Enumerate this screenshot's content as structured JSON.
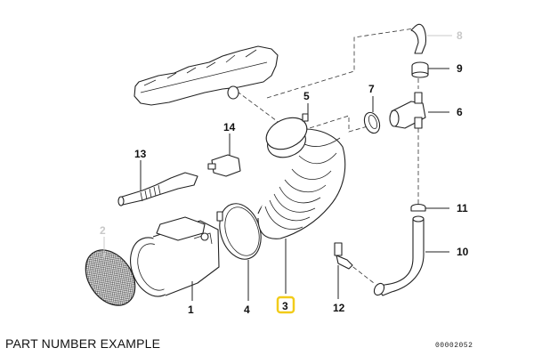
{
  "caption": "PART NUMBER EXAMPLE",
  "reference_code": "00002052",
  "highlight_color": "#f2cc1a",
  "muted_color": "#c8c8c8",
  "callouts": {
    "p1": {
      "label": "1",
      "state": "normal"
    },
    "p2": {
      "label": "2",
      "state": "muted"
    },
    "p3": {
      "label": "3",
      "state": "highlighted"
    },
    "p4": {
      "label": "4",
      "state": "normal"
    },
    "p5": {
      "label": "5",
      "state": "normal"
    },
    "p6": {
      "label": "6",
      "state": "normal"
    },
    "p7": {
      "label": "7",
      "state": "normal"
    },
    "p8": {
      "label": "8",
      "state": "muted"
    },
    "p9": {
      "label": "9",
      "state": "normal"
    },
    "p10": {
      "label": "10",
      "state": "normal"
    },
    "p11": {
      "label": "11",
      "state": "normal"
    },
    "p12": {
      "label": "12",
      "state": "normal"
    },
    "p13": {
      "label": "13",
      "state": "normal"
    },
    "p14": {
      "label": "14",
      "state": "normal"
    }
  },
  "parts": [
    {
      "id": "1",
      "icon": "air-mass-meter"
    },
    {
      "id": "2",
      "icon": "mesh-filter-screen"
    },
    {
      "id": "3",
      "icon": "intake-boot-bellows"
    },
    {
      "id": "4",
      "icon": "hose-clamp"
    },
    {
      "id": "5",
      "icon": "hose-clamp"
    },
    {
      "id": "6",
      "icon": "vent-valve"
    },
    {
      "id": "7",
      "icon": "grommet"
    },
    {
      "id": "8",
      "icon": "vent-hose"
    },
    {
      "id": "9",
      "icon": "cap-plug"
    },
    {
      "id": "10",
      "icon": "vent-hose"
    },
    {
      "id": "11",
      "icon": "hose-clip"
    },
    {
      "id": "12",
      "icon": "elbow-fitting"
    },
    {
      "id": "13",
      "icon": "cable-grommet"
    },
    {
      "id": "14",
      "icon": "connector-plug"
    }
  ]
}
